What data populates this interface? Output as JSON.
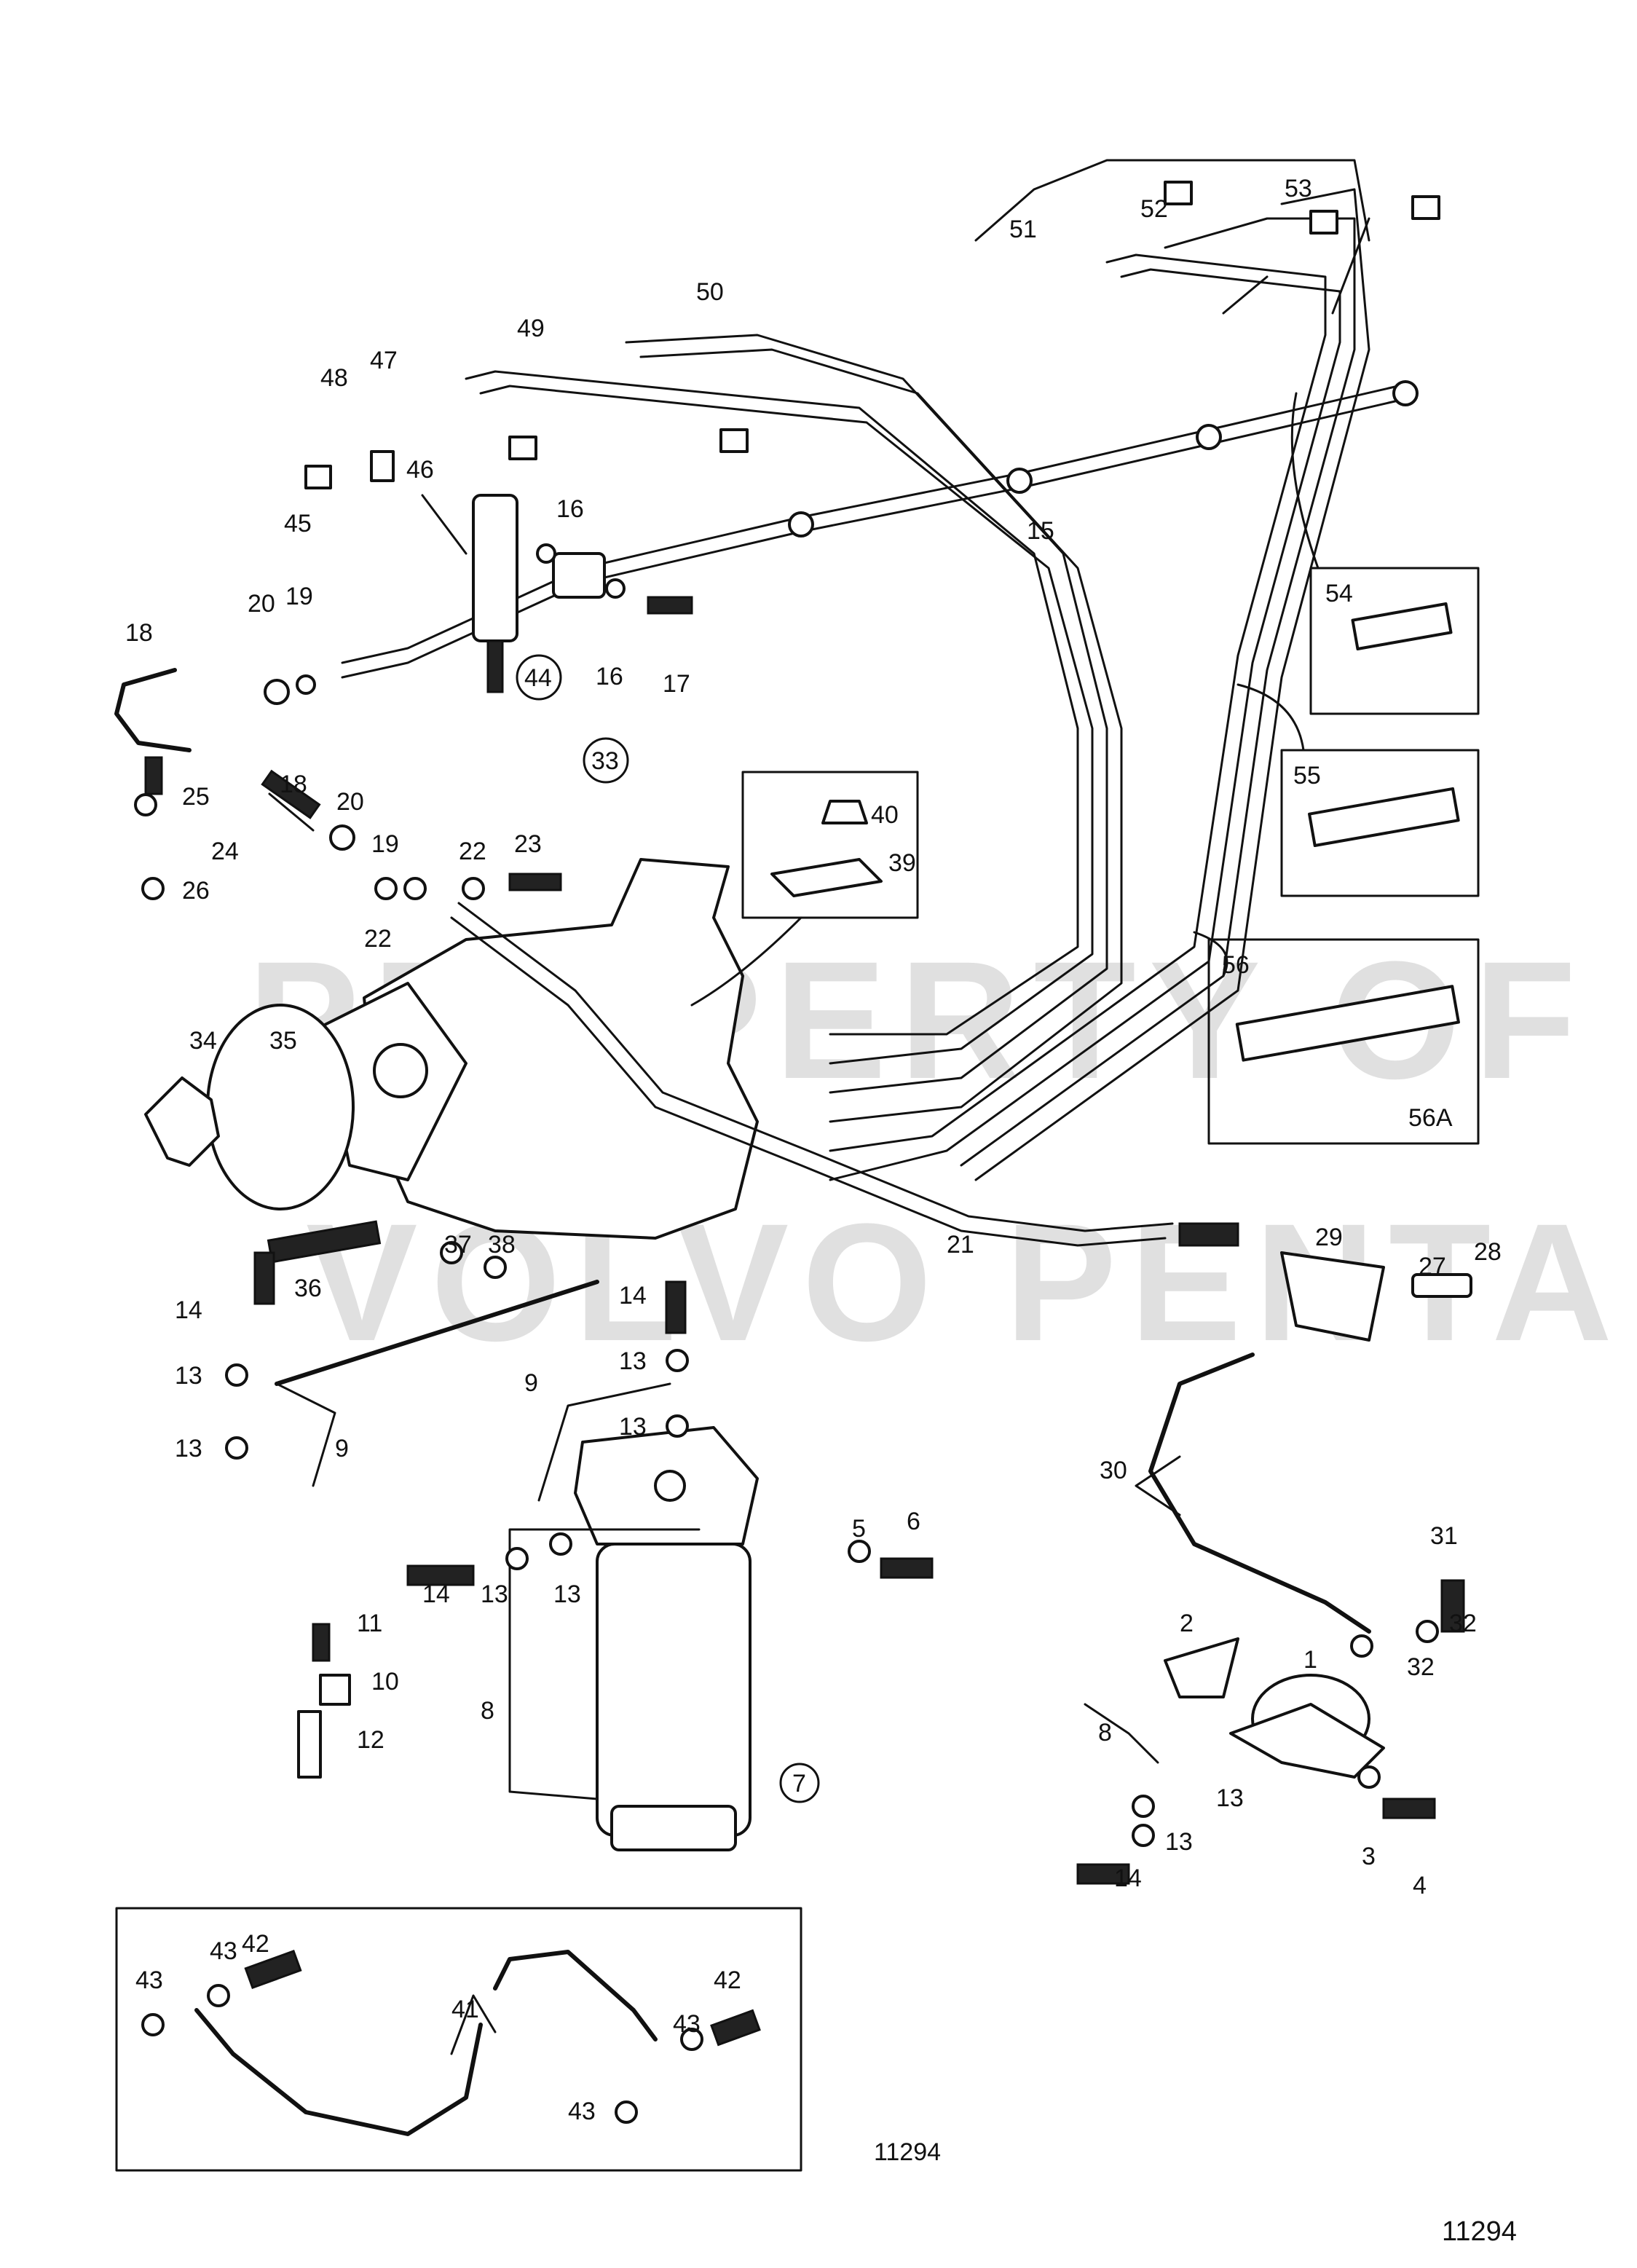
{
  "watermark": {
    "line1": "PROPERTY OF",
    "line2": "VOLVO PENTA"
  },
  "figure_numbers": {
    "inset": "11294",
    "corner": "11294"
  },
  "callouts": [
    "1",
    "2",
    "3",
    "4",
    "5",
    "6",
    "7",
    "8",
    "8",
    "9",
    "9",
    "10",
    "11",
    "12",
    "13",
    "13",
    "13",
    "13",
    "13",
    "13",
    "13",
    "13",
    "14",
    "14",
    "14",
    "14",
    "15",
    "16",
    "16",
    "17",
    "18",
    "18",
    "19",
    "19",
    "20",
    "20",
    "21",
    "22",
    "22",
    "23",
    "24",
    "25",
    "26",
    "27",
    "28",
    "29",
    "30",
    "31",
    "32",
    "32",
    "33",
    "34",
    "35",
    "36",
    "37",
    "38",
    "39",
    "40",
    "41",
    "42",
    "42",
    "43",
    "43",
    "43",
    "43",
    "44",
    "45",
    "46",
    "47",
    "48",
    "49",
    "50",
    "51",
    "52",
    "53",
    "54",
    "55",
    "56",
    "56A"
  ]
}
